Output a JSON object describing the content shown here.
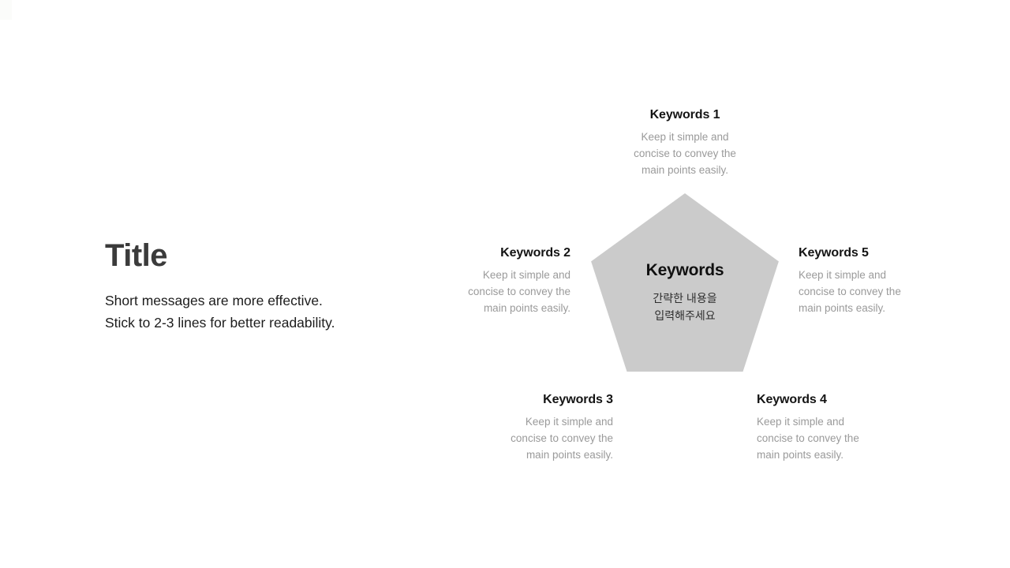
{
  "slide": {
    "title": "Title",
    "subtitle_lines": [
      "Short messages are more effective.",
      "Stick to 2-3 lines for better readability."
    ]
  },
  "diagram": {
    "shape": "pentagon",
    "pentagon_color": "#cbcbcb",
    "center": {
      "title": "Keywords",
      "subtitle_lines": [
        "간략한 내용을",
        "입력해주세요"
      ]
    },
    "items": [
      {
        "label": "Keywords 1",
        "position": "top",
        "lines": [
          "Keep it simple and",
          "concise to convey the",
          "main points easily."
        ]
      },
      {
        "label": "Keywords 2",
        "position": "left",
        "lines": [
          "Keep it simple and",
          "concise to convey the",
          "main points easily."
        ]
      },
      {
        "label": "Keywords 3",
        "position": "bottom-left",
        "lines": [
          "Keep it simple and",
          "concise to convey the",
          "main points easily."
        ]
      },
      {
        "label": "Keywords 4",
        "position": "bottom-right",
        "lines": [
          "Keep it simple and",
          "concise to convey the",
          "main points easily."
        ]
      },
      {
        "label": "Keywords 5",
        "position": "right",
        "lines": [
          "Keep it simple and",
          "concise to convey the",
          "main points easily."
        ]
      }
    ]
  },
  "colors": {
    "background": "#ffffff",
    "title_text": "#3b3b3b",
    "body_text": "#1c1c1c",
    "keyword_label": "#141414",
    "keyword_body": "#9a9a9a",
    "pentagon_fill": "#cbcbcb"
  }
}
